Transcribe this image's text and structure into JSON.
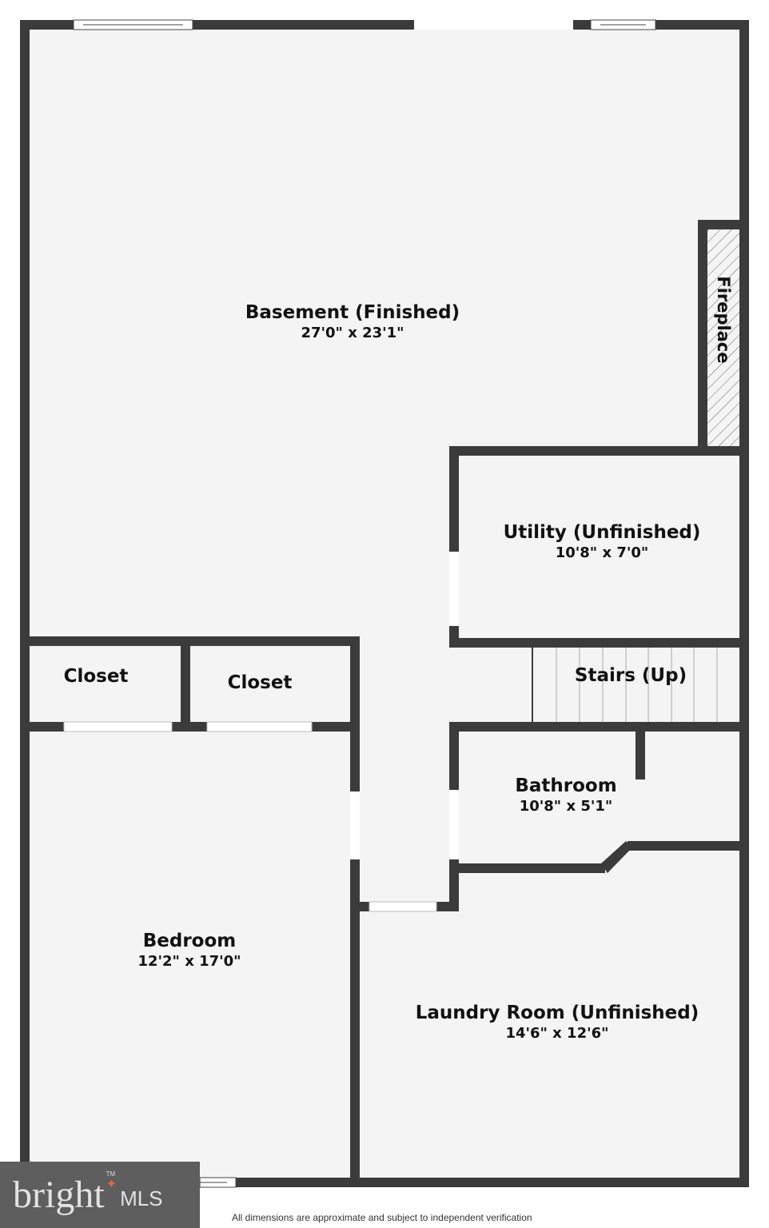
{
  "rooms": {
    "basement": {
      "name": "Basement (Finished)",
      "dims": "27'0\" x 23'1\""
    },
    "utility": {
      "name": "Utility (Unfinished)",
      "dims": "10'8\" x 7'0\""
    },
    "stairs": {
      "name": "Stairs (Up)"
    },
    "closet1": {
      "name": "Closet"
    },
    "closet2": {
      "name": "Closet"
    },
    "bathroom": {
      "name": "Bathroom",
      "dims": "10'8\" x 5'1\""
    },
    "bedroom": {
      "name": "Bedroom",
      "dims": "12'2\" x 17'0\""
    },
    "laundry": {
      "name": "Laundry Room (Unfinished)",
      "dims": "14'6\" x 12'6\""
    },
    "fireplace": {
      "name": "Fireplace"
    }
  },
  "logo": {
    "brand": "bright",
    "suffix": "MLS",
    "tm": "TM"
  },
  "disclaimer": "All dimensions are approximate and subject to independent verification",
  "colors": {
    "wall": "#3b3b3b",
    "floor": "#f4f4f4",
    "accent": "#e06a3a"
  }
}
